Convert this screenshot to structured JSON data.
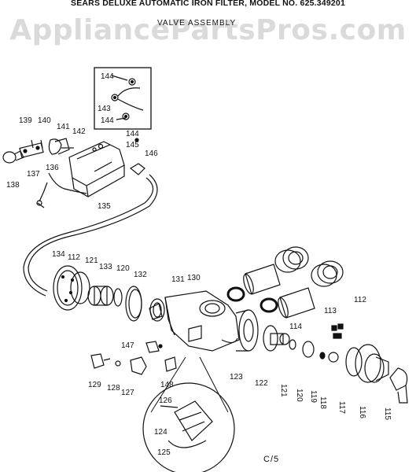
{
  "header": {
    "title": "SEARS DELUXE AUTOMATIC IRON FILTER, MODEL NO. 625.349201",
    "subtitle": "VALVE ASSEMBLY"
  },
  "watermark": "AppliancePartsPros.com",
  "footer_code": "C/5",
  "part_labels": {
    "p112": "112",
    "p113": "113",
    "p114": "114",
    "p115": "115",
    "p116": "116",
    "p117": "117",
    "p118": "118",
    "p119": "119",
    "p120a": "120",
    "p120b": "120",
    "p121a": "121",
    "p121b": "121",
    "p122": "122",
    "p123": "123",
    "p124": "124",
    "p125": "125",
    "p126": "126",
    "p127": "127",
    "p128": "128",
    "p129": "129",
    "p130": "130",
    "p131": "131",
    "p132": "132",
    "p133": "133",
    "p134": "134",
    "p135": "135",
    "p136": "136",
    "p137": "137",
    "p138": "138",
    "p139": "139",
    "p140": "140",
    "p141": "141",
    "p142": "142",
    "p143": "143",
    "p144a": "144",
    "p144b": "144",
    "p144c": "144",
    "p145": "145",
    "p146": "146",
    "p147": "147",
    "p148": "148",
    "p112b": "112"
  }
}
